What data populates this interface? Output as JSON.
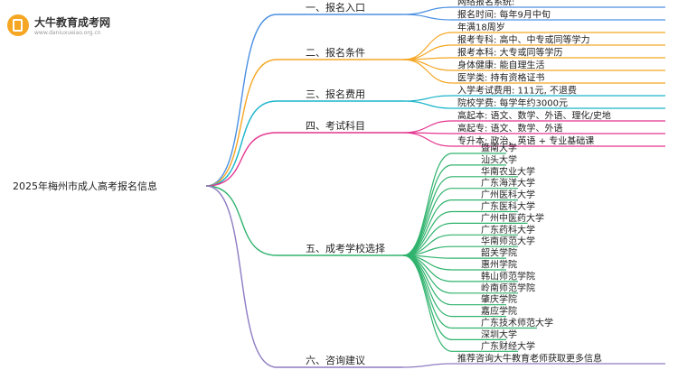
{
  "brand": {
    "name": "大牛教育成考网",
    "url": "www.daniuxueiao.org.cn"
  },
  "root": "2025年梅州市成人高考报名信息",
  "branches": [
    {
      "label": "一、报名入口",
      "color": "#4a90e2",
      "items": [
        "网络报名系统:",
        "报名时间: 每年9月中旬"
      ]
    },
    {
      "label": "二、报名条件",
      "color": "#f5a623",
      "items": [
        "年满18周岁",
        "报考专科: 高中、中专或同等学力",
        "报考本科: 大专或同等学历",
        "身体健康: 能自理生活",
        "医学类: 持有资格证书"
      ]
    },
    {
      "label": "三、报名费用",
      "color": "#1ab5c9",
      "items": [
        "入学考试费用: 111元, 不退费",
        "院校学费: 每学年约3000元"
      ]
    },
    {
      "label": "四、考试科目",
      "color": "#e4348f",
      "items": [
        "高起本: 语文、数学、外语、理化/史地",
        "高起专: 语文、数学、外语",
        "专升本: 政治、英语 + 专业基础课"
      ]
    },
    {
      "label": "五、成考学校选择",
      "color": "#2fb36d",
      "items": [
        "暨南大学",
        "汕头大学",
        "华南农业大学",
        "广东海洋大学",
        "广州医科大学",
        "广东医科大学",
        "广州中医药大学",
        "广东药科大学",
        "华南师范大学",
        "韶关学院",
        "惠州学院",
        "韩山师范学院",
        "岭南师范学院",
        "肇庆学院",
        "嘉应学院",
        "广东技术师范大学",
        "深圳大学",
        "广东财经大学"
      ]
    },
    {
      "label": "六、咨询建议",
      "color": "#8e7cc3",
      "items": [
        "推荐咨询大牛教育老师获取更多信息"
      ]
    }
  ]
}
